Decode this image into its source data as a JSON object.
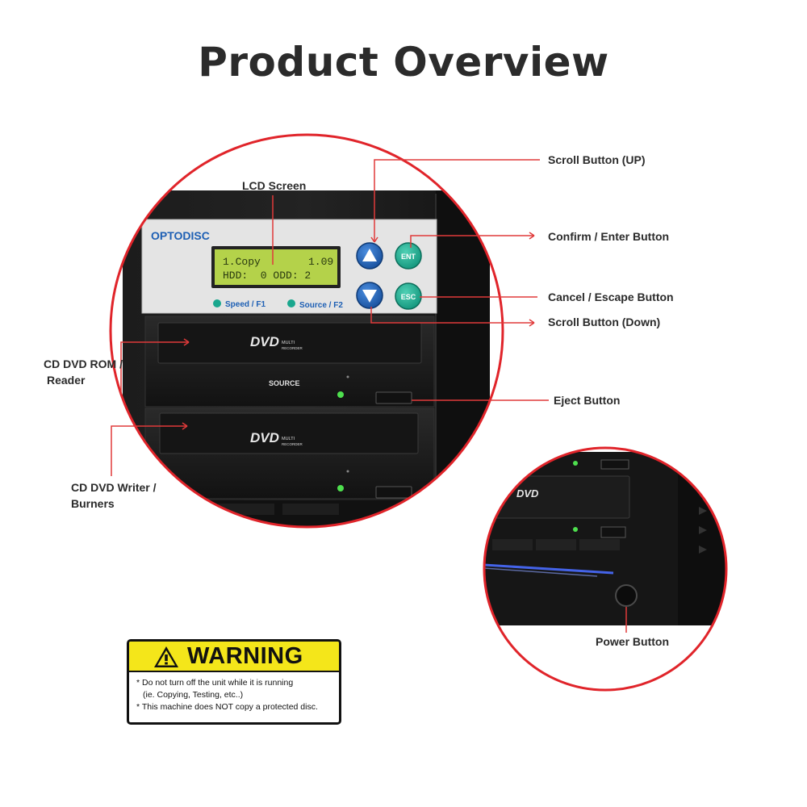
{
  "title": "Product Overview",
  "device": {
    "brand": "OPTODISC",
    "lcd_line1_left": "1.Copy",
    "lcd_line1_right": "1.09",
    "lcd_line2": "HDD:  0 ODD: 2",
    "led_speed_label": "Speed / F1",
    "led_source_label": "Source / F2",
    "btn_enter": "ENT",
    "btn_escape": "ESC",
    "drive_logo": "DVD",
    "drive_logo_sub1": "MULTI",
    "drive_logo_sub2": "RECORDER",
    "source_label": "SOURCE"
  },
  "callouts": {
    "lcd_screen": "LCD Screen",
    "scroll_up": "Scroll Button (UP)",
    "confirm_enter": "Confirm / Enter Button",
    "cancel_escape": "Cancel / Escape Button",
    "scroll_down": "Scroll Button (Down)",
    "eject": "Eject Button",
    "reader_line1": "CD DVD ROM /",
    "reader_line2": "Reader",
    "writer_line1": "CD DVD Writer /",
    "writer_line2": "Burners",
    "power": "Power Button"
  },
  "warning": {
    "title": "WARNING",
    "line1": "* Do not turn off the unit while it is running",
    "line2": "(ie. Copying, Testing, etc..)",
    "line3": "* This machine does NOT copy a protected disc."
  },
  "colors": {
    "callout_line": "#e03a3a",
    "circle_border": "#e0242a",
    "lcd_green": "#b4d24a",
    "button_blue": "#1d5fb4",
    "button_teal": "#1aa78e",
    "warning_yellow": "#f4e61a"
  },
  "icons": [
    "warning-triangle-icon",
    "up-arrow-icon",
    "down-arrow-icon"
  ]
}
